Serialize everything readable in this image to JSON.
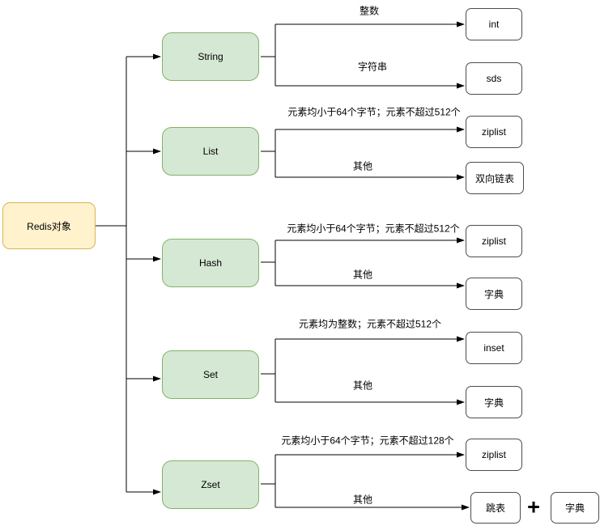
{
  "diagram": {
    "root": {
      "label": "Redis对象"
    },
    "types": [
      {
        "label": "String",
        "branches": [
          {
            "condition": "整数",
            "target": "int"
          },
          {
            "condition": "字符串",
            "target": "sds"
          }
        ]
      },
      {
        "label": "List",
        "branches": [
          {
            "condition": "元素均小于64个字节；元素不超过512个",
            "target": "ziplist"
          },
          {
            "condition": "其他",
            "target": "双向链表"
          }
        ]
      },
      {
        "label": "Hash",
        "branches": [
          {
            "condition": "元素均小于64个字节；元素不超过512个",
            "target": "ziplist"
          },
          {
            "condition": "其他",
            "target": "字典"
          }
        ]
      },
      {
        "label": "Set",
        "branches": [
          {
            "condition": "元素均为整数；元素不超过512个",
            "target": "inset"
          },
          {
            "condition": "其他",
            "target": "字典"
          }
        ]
      },
      {
        "label": "Zset",
        "branches": [
          {
            "condition": "元素均小于64个字节；元素不超过128个",
            "target": "ziplist"
          },
          {
            "condition": "其他",
            "target": "跳表",
            "joiner": "+",
            "extra_target": "字典"
          }
        ]
      }
    ]
  },
  "colors": {
    "root_fill": "#FFF2CC",
    "root_border": "#D6B656",
    "type_fill": "#D5E8D4",
    "type_border": "#82B366",
    "leaf_fill": "#FFFFFF",
    "leaf_border": "#4D4D4D",
    "line": "#000000",
    "text": "#000000"
  }
}
